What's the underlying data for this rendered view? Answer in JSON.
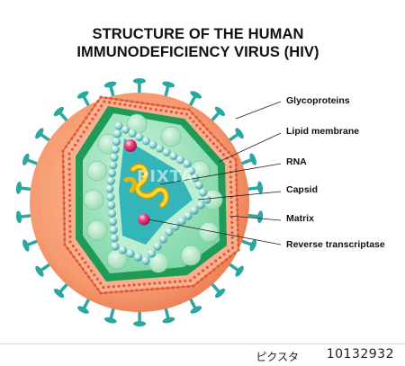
{
  "title": {
    "line1": "STRUCTURE OF THE HUMAN",
    "line2": "IMMUNODEFICIENCY VIRUS (HIV)"
  },
  "labels": {
    "glycoproteins": "Glycoproteins",
    "lipid_membrane": "Lipid membrane",
    "rna": "RNA",
    "capsid": "Capsid",
    "matrix": "Matrix",
    "reverse_transcriptase": "Reverse transcriptase"
  },
  "stock": {
    "brand": "ピクスタ",
    "image_id": "10132932",
    "watermark": "PIXTA"
  },
  "colors": {
    "outer_envelope": "#f3936a",
    "membrane": "#e0583a",
    "glycoprotein": "#2aa7a0",
    "matrix_green": "#1f9a57",
    "capsid_light": "#aee7c4",
    "capsid_bead": "#6fc5c1",
    "rna": "#e8c21d",
    "enzyme": "#e3266f"
  }
}
